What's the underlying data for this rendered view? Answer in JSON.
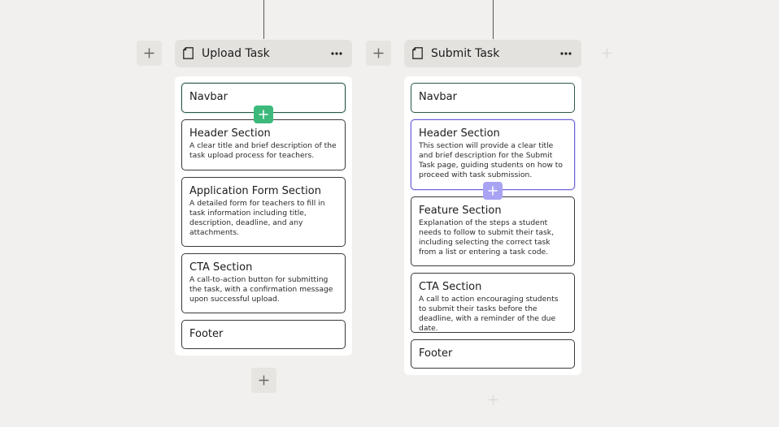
{
  "columns": [
    {
      "title": "Upload Task",
      "sections": [
        {
          "title": "Navbar",
          "description": ""
        },
        {
          "title": "Header Section",
          "description": "A clear title and brief description of the task upload process for teachers."
        },
        {
          "title": "Application Form Section",
          "description": "A detailed form for teachers to fill in task information including title, description, deadline, and any attachments."
        },
        {
          "title": "CTA Section",
          "description": "A call-to-action button for submitting the task, with a confirmation message upon successful upload."
        },
        {
          "title": "Footer",
          "description": ""
        }
      ]
    },
    {
      "title": "Submit Task",
      "sections": [
        {
          "title": "Navbar",
          "description": ""
        },
        {
          "title": "Header Section",
          "description": "This section will provide a clear title and brief description for the Submit Task page, guiding students on how to proceed with task submission."
        },
        {
          "title": "Feature Section",
          "description": "Explanation of the steps a student needs to follow to submit their task, including selecting the correct task from a list or entering a task code."
        },
        {
          "title": "CTA Section",
          "description": "A call to action encouraging students to submit their tasks before the deadline, with a reminder of the due date."
        },
        {
          "title": "Footer",
          "description": ""
        }
      ]
    }
  ],
  "icons": {
    "add": "plus-icon",
    "page": "page-icon",
    "more": "more-horizontal-icon"
  },
  "colors": {
    "background": "#f1f0ee",
    "insert_green": "#3cb97b",
    "insert_purple": "#a9a3f3",
    "selected_border": "#6c62d6"
  }
}
